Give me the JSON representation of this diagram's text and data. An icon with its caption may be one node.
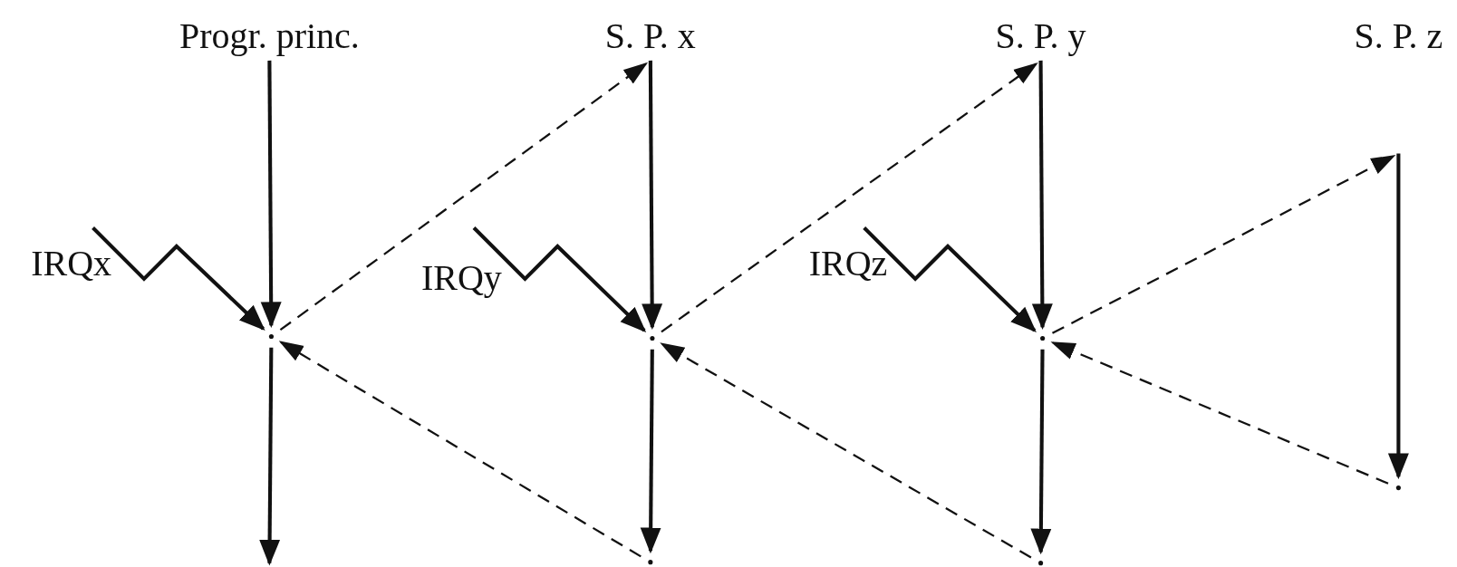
{
  "diagram": {
    "nodes": [
      {
        "text": [
          "Progr. princ."
        ]
      },
      {
        "text": [
          "S. P. x"
        ]
      },
      {
        "text": [
          "S. P. y"
        ]
      },
      {
        "text": [
          "S. P. z"
        ]
      },
      {
        "text": [
          "IRQx"
        ]
      },
      {
        "text": [
          "IRQy"
        ]
      },
      {
        "text": [
          "IRQz"
        ]
      },
      {
        "text": [],
        "shape": "point"
      },
      {
        "text": [],
        "shape": "point"
      },
      {
        "text": [],
        "shape": "point"
      },
      {
        "text": [],
        "shape": "point"
      },
      {
        "text": [],
        "shape": "point"
      },
      {
        "text": [],
        "shape": "point"
      }
    ],
    "edges": [
      {
        "from": 0,
        "to": 7,
        "arrow": "to"
      },
      {
        "from": 4,
        "to": 7,
        "arrow": "to"
      },
      {
        "from": 7,
        "to": 1,
        "arrow": "to",
        "style": "dashed"
      },
      {
        "from": 1,
        "to": 8,
        "arrow": "to"
      },
      {
        "from": 5,
        "to": 8,
        "arrow": "to"
      },
      {
        "from": 8,
        "to": 2,
        "arrow": "to",
        "style": "dashed"
      },
      {
        "from": 2,
        "to": 9,
        "arrow": "to"
      },
      {
        "from": 6,
        "to": 9,
        "arrow": "to"
      },
      {
        "from": 9,
        "to": 3,
        "arrow": "to",
        "style": "dashed"
      },
      {
        "from": 3,
        "to": 10,
        "arrow": "to"
      },
      {
        "from": 10,
        "to": 9,
        "arrow": "to",
        "style": "dashed"
      },
      {
        "from": 12,
        "to": 8,
        "arrow": "to",
        "style": "dashed"
      },
      {
        "from": 11,
        "to": 7,
        "arrow": "to",
        "style": "dashed"
      },
      {
        "from": 7,
        "to": null,
        "arrow": "to"
      },
      {
        "from": 8,
        "to": 11,
        "arrow": "to"
      },
      {
        "from": 9,
        "to": 12,
        "arrow": "to"
      }
    ]
  }
}
